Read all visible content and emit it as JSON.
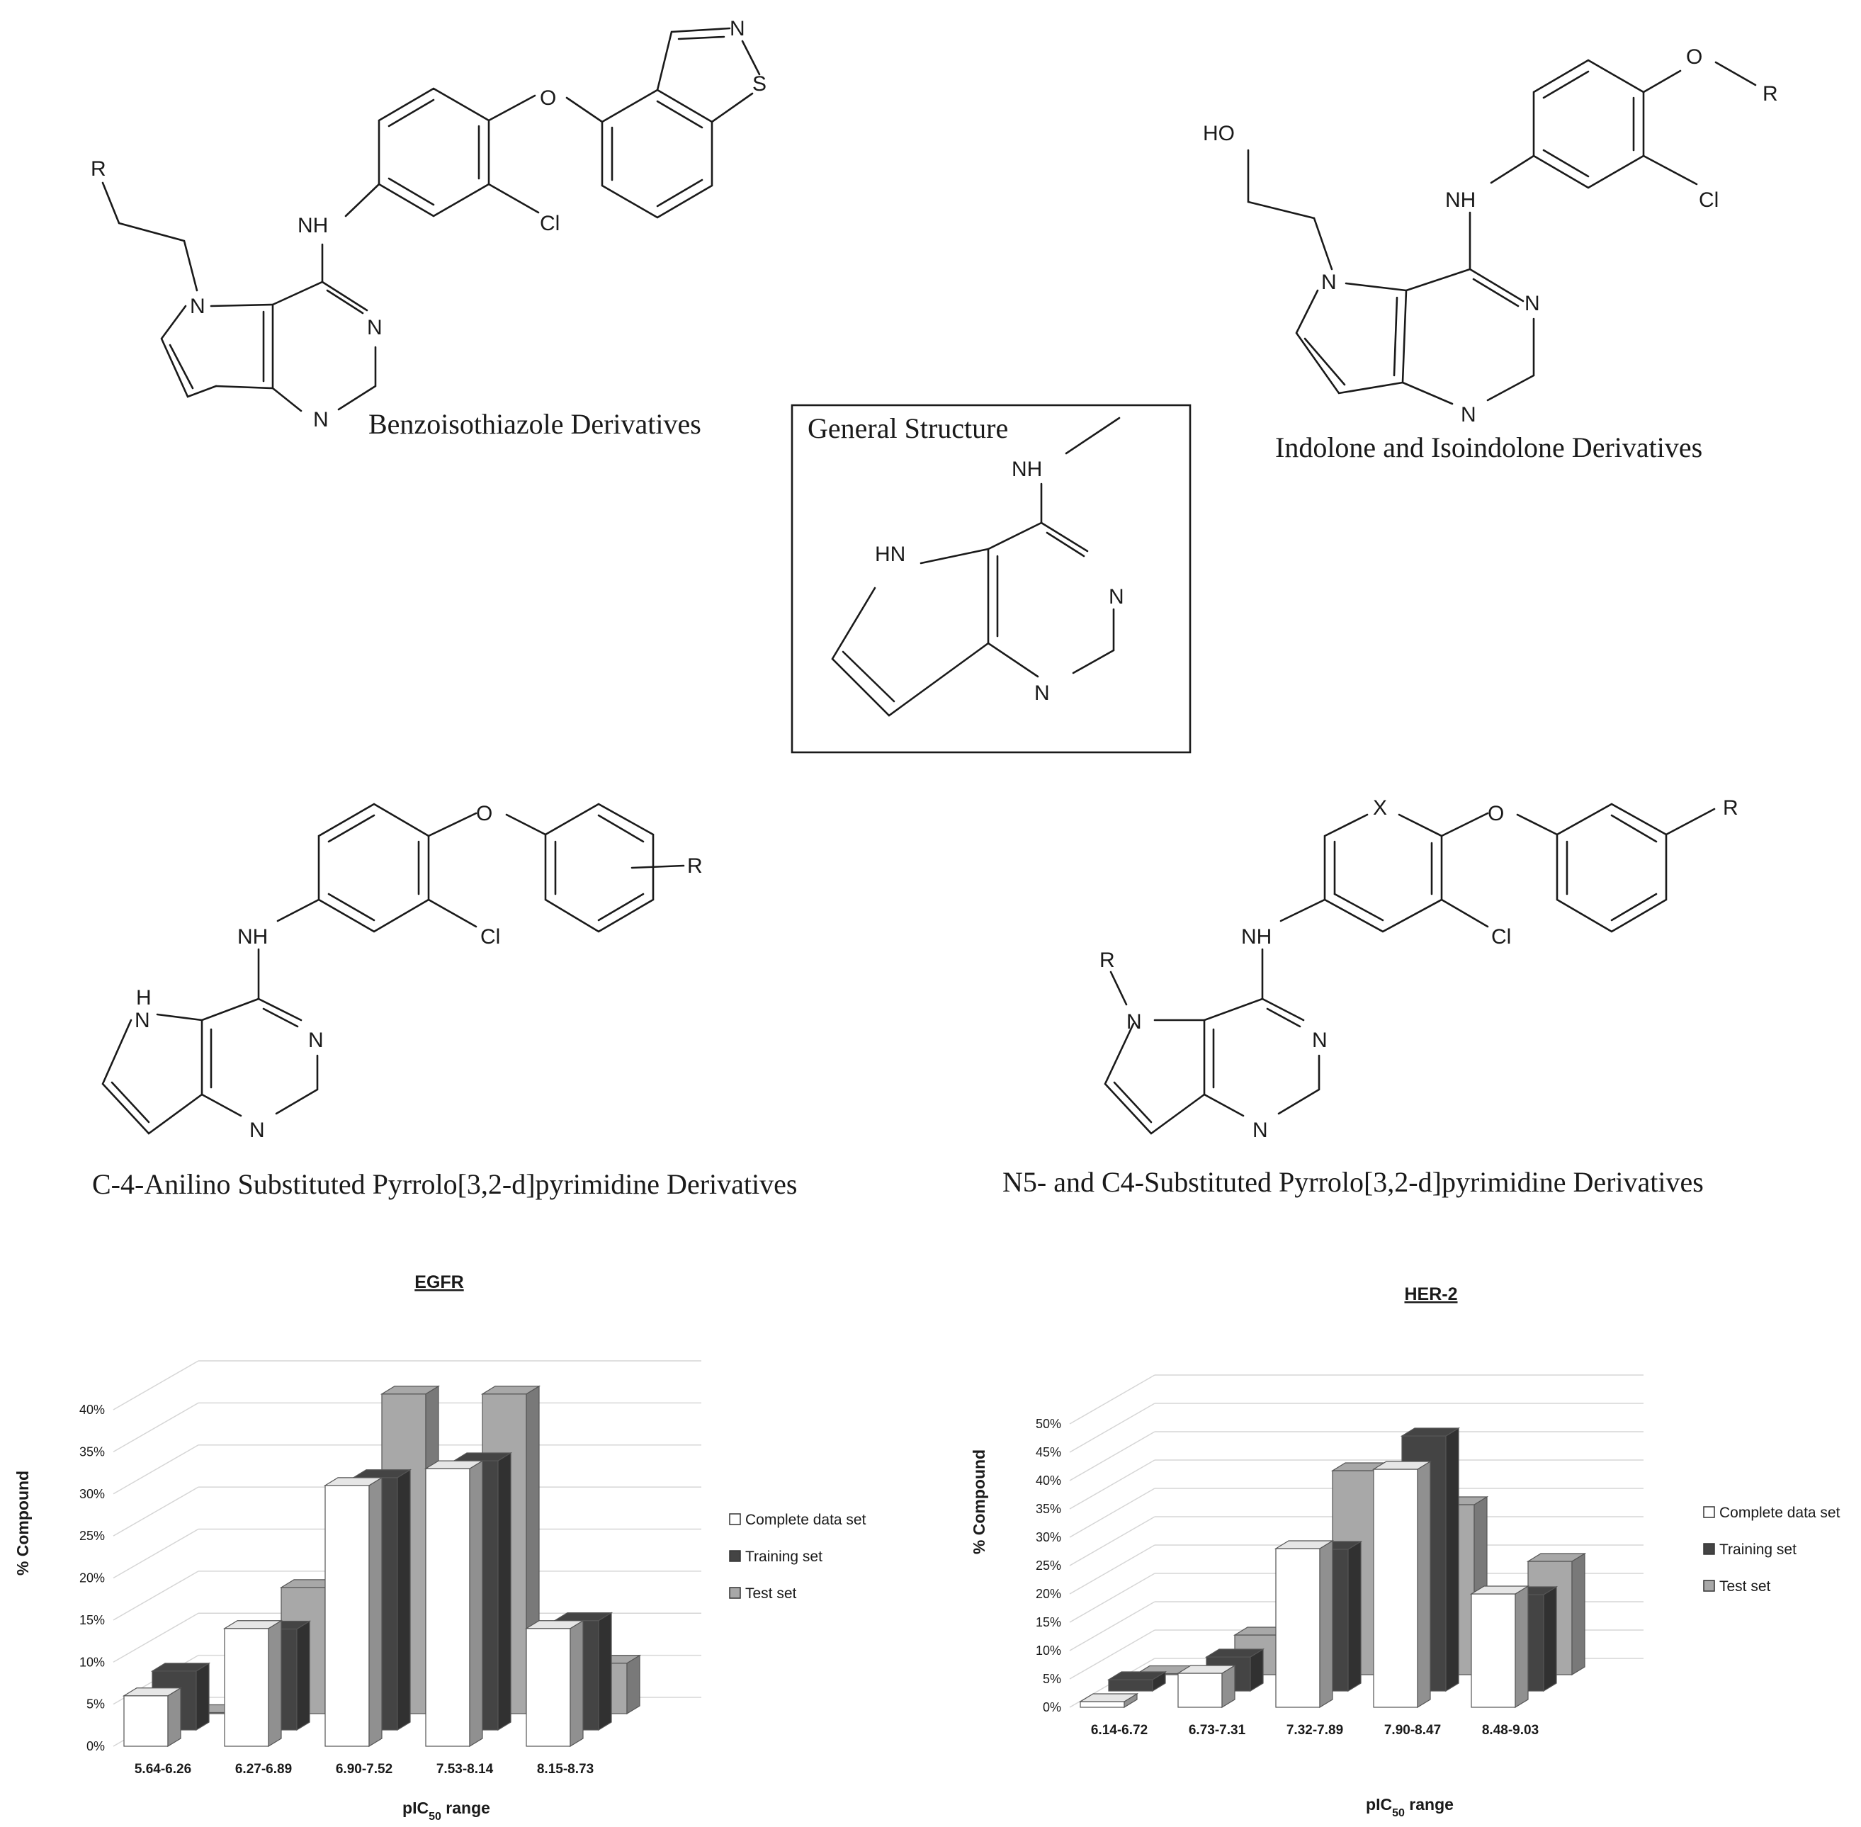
{
  "structures": {
    "benzoisothiazole": {
      "caption": "Benzoisothiazole Derivatives",
      "atoms": {
        "r": "R",
        "n_pyrrole": "N",
        "nh": "NH",
        "o": "O",
        "n_thiazole": "N",
        "s": "S",
        "cl": "Cl",
        "n1": "N",
        "n3": "N"
      }
    },
    "indolone": {
      "caption": "Indolone and Isoindolone Derivatives",
      "atoms": {
        "ho": "HO",
        "o": "O",
        "r": "R",
        "nh": "NH",
        "cl": "Cl",
        "n_pyrrole": "N",
        "n1": "N",
        "n3": "N"
      }
    },
    "general": {
      "caption": "General Structure",
      "atoms": {
        "nh": "NH",
        "hn": "HN",
        "n1": "N",
        "n3": "N"
      }
    },
    "c4_anilino": {
      "caption": "C-4-Anilino Substituted Pyrrolo[3,2-d]pyrimidine Derivatives",
      "atoms": {
        "o": "O",
        "r": "R",
        "nh": "NH",
        "cl": "Cl",
        "hn": "H",
        "n_pyrrole": "N",
        "n1": "N",
        "n3": "N"
      }
    },
    "n5_c4": {
      "caption": "N5- and C4-Substituted Pyrrolo[3,2-d]pyrimidine Derivatives",
      "atoms": {
        "x": "X",
        "o": "O",
        "r_top": "R",
        "nh": "NH",
        "cl": "Cl",
        "r_left": "R",
        "n_pyrrole": "N",
        "n1": "N",
        "n3": "N"
      }
    }
  },
  "legend": {
    "items": [
      {
        "label": "Complete data set",
        "color": "#ffffff"
      },
      {
        "label": "Training set",
        "color": "#444444"
      },
      {
        "label": "Test set",
        "color": "#a8a8a8"
      }
    ]
  },
  "chart_data": [
    {
      "type": "bar",
      "title": "EGFR",
      "xlabel": "pIC",
      "xlabel_sub": "50",
      "xlabel_suffix": " range",
      "ylabel": "% Compound",
      "ylim": [
        0,
        40
      ],
      "yticks": [
        0,
        5,
        10,
        15,
        20,
        25,
        30,
        35,
        40
      ],
      "ytick_labels": [
        "0%",
        "5%",
        "10%",
        "15%",
        "20%",
        "25%",
        "30%",
        "35%",
        "40%"
      ],
      "categories": [
        "5.64-6.26",
        "6.27-6.89",
        "6.90-7.52",
        "7.53-8.14",
        "8.15-8.73"
      ],
      "series": [
        {
          "name": "Complete data set",
          "values": [
            6,
            14,
            31,
            33,
            14
          ]
        },
        {
          "name": "Training set",
          "values": [
            7,
            12,
            30,
            32,
            13
          ]
        },
        {
          "name": "Test set",
          "values": [
            0,
            15,
            38,
            38,
            6
          ]
        }
      ]
    },
    {
      "type": "bar",
      "title": "HER-2",
      "xlabel": "pIC",
      "xlabel_sub": "50",
      "xlabel_suffix": " range",
      "ylabel": "% Compound",
      "ylim": [
        0,
        50
      ],
      "yticks": [
        0,
        5,
        10,
        15,
        20,
        25,
        30,
        35,
        40,
        45,
        50
      ],
      "ytick_labels": [
        "0%",
        "5%",
        "10%",
        "15%",
        "20%",
        "25%",
        "30%",
        "35%",
        "40%",
        "45%",
        "50%"
      ],
      "categories": [
        "6.14-6.72",
        "6.73-7.31",
        "7.32-7.89",
        "7.90-8.47",
        "8.48-9.03"
      ],
      "series": [
        {
          "name": "Complete data set",
          "values": [
            1,
            6,
            28,
            42,
            20
          ]
        },
        {
          "name": "Training set",
          "values": [
            2,
            6,
            25,
            45,
            17
          ]
        },
        {
          "name": "Test set",
          "values": [
            0,
            7,
            36,
            30,
            20
          ]
        }
      ]
    }
  ]
}
